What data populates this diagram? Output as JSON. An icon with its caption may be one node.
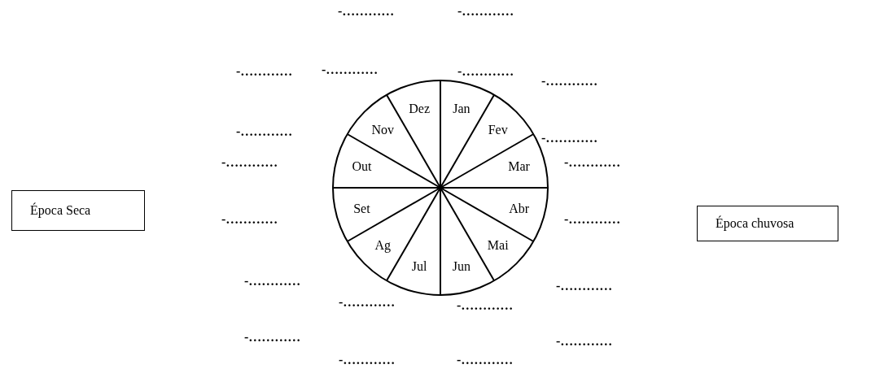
{
  "diagram": {
    "nodes": [
      {
        "text": [
          "Época Seca"
        ]
      },
      {
        "text": [
          "Época chuvosa"
        ]
      }
    ],
    "labels": [
      "-…………",
      "-…………",
      "-…………",
      "-…………",
      "-…………",
      "-…………",
      "-…………",
      "-…………",
      "-…………",
      "-…………",
      "-…………",
      "-…………",
      "-…………",
      "-…………",
      "-…………",
      "-…………",
      "-…………",
      "-…………",
      "-…………",
      "-…………",
      "Dez",
      "Jan",
      "Nov",
      "Fev",
      "Out",
      "Mar",
      "Set",
      "Abr",
      "Ag",
      "Mai",
      "Jul",
      "Jun"
    ]
  }
}
